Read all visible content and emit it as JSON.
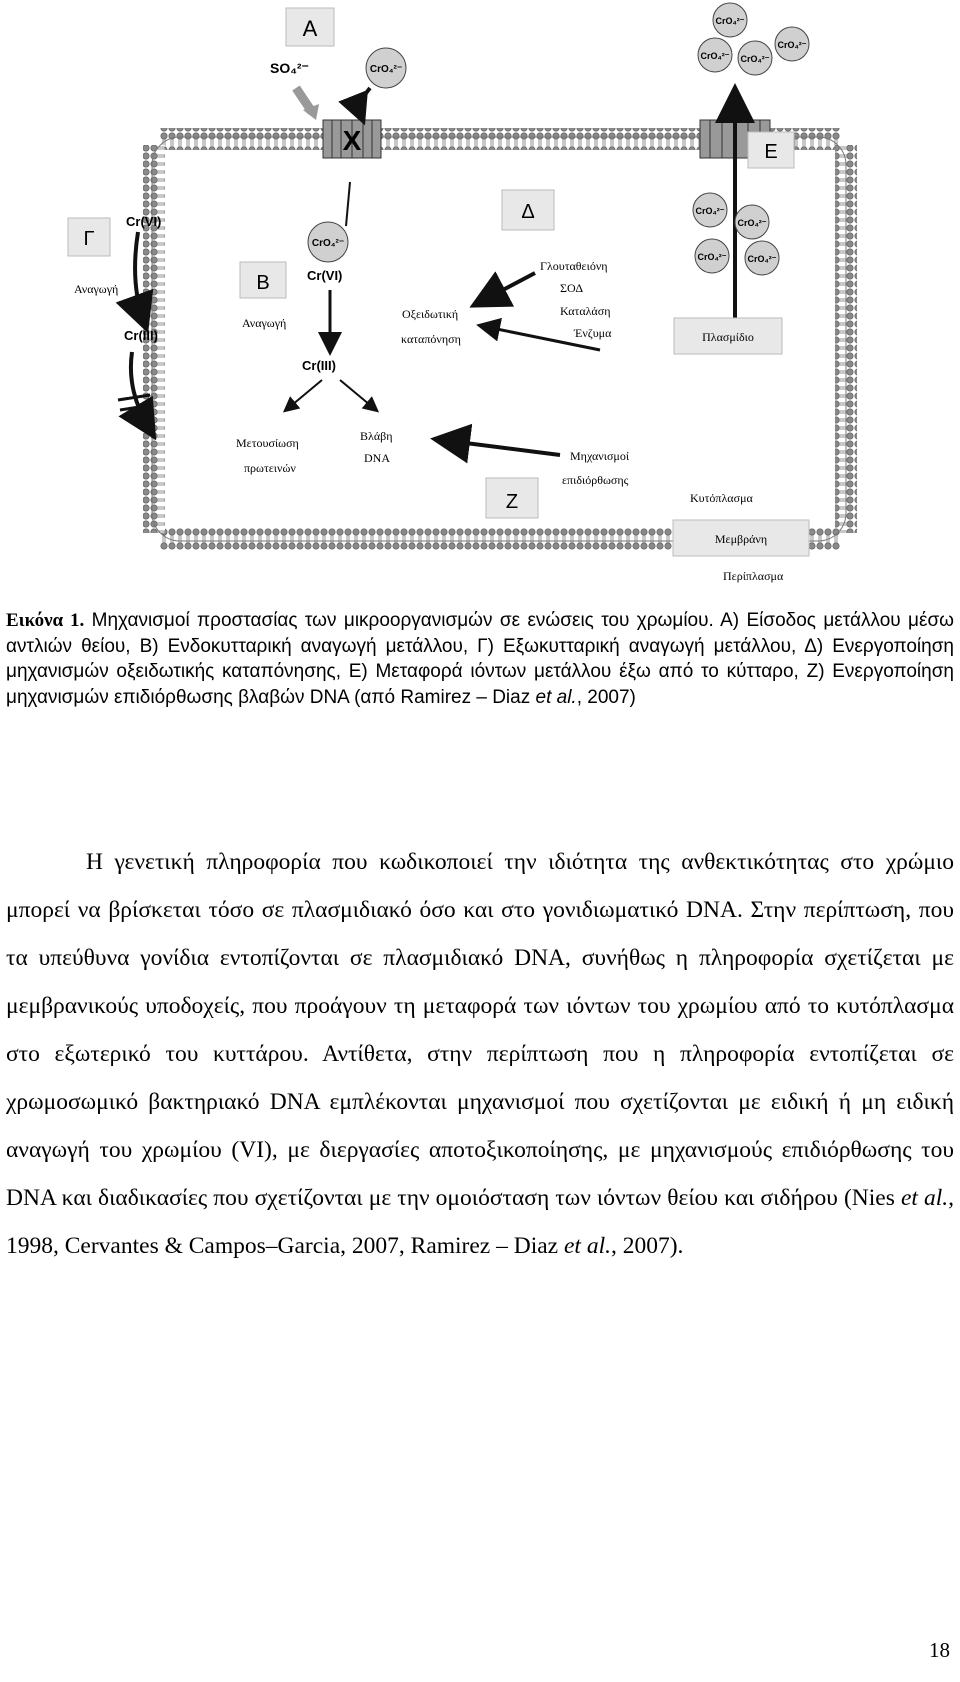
{
  "figure": {
    "panel_labels": {
      "A": "Α",
      "B": "Β",
      "G": "Γ",
      "D": "Δ",
      "E": "Ε",
      "Z": "Ζ"
    },
    "ions": {
      "sulfate": "SO₄²⁻",
      "chromate": "CrO₄²⁻",
      "cr6": "Cr(VI)",
      "cr3": "Cr(III)",
      "x_mark": "X"
    },
    "labels": {
      "reduction_outer": "Αναγωγή",
      "reduction_inner": "Αναγωγή",
      "oxidative_stress_1": "Οξειδωτική",
      "oxidative_stress_2": "καταπόνηση",
      "glutathione": "Γλουταθειόνη",
      "sod": "ΣΟΔ",
      "catalase": "Καταλάση",
      "enzymes": "Ένζυμα",
      "plasmid": "Πλασμίδιο",
      "protein_mutation_1": "Μετουσίωση",
      "protein_mutation_2": "πρωτεινών",
      "dna_damage_1": "Βλάβη",
      "dna_damage_2": "DNA",
      "repair_1": "Μηχανισμοί",
      "repair_2": "επιδιόρθωσης",
      "cytoplasm": "Κυτόπλασμα",
      "membrane": "Μεμβράνη",
      "periplasm": "Περίπλασμα"
    }
  },
  "caption": {
    "label": "Εικόνα 1.",
    "text_1": " Μηχανισμοί προστασίας των μικροοργανισμών σε ενώσεις του χρωμίου. Α) Είσοδος μετάλλου μέσω αντλιών θείου, Β) Ενδοκυτταρική αναγωγή μετάλλου, Γ) Εξωκυτταρική αναγωγή μετάλλου, Δ) Ενεργοποίηση μηχανισμών οξειδωτικής καταπόνησης, Ε) Μεταφορά ιόντων μετάλλου έξω από το κύτταρο, Ζ) Ενεργοποίηση μηχανισμών  επιδιόρθωσης βλαβών DNA (από Ramirez – Diaz ",
    "etal": "et al.",
    "text_2": ", 2007)"
  },
  "body": {
    "p1_a": "Η γενετική πληροφορία που κωδικοποιεί την ιδιότητα της ανθεκτικότητας στο χρώμιο μπορεί να βρίσκεται τόσο σε πλασμιδιακό όσο και στο γονιδιωματικό DNA. Στην περίπτωση, που τα υπεύθυνα γονίδια εντοπίζονται σε πλασμιδιακό DNA, συνήθως η πληροφορία σχετίζεται με μεμβρανικούς υποδοχείς, που προάγουν τη μεταφορά των ιόντων του χρωμίου από το κυτόπλασμα στο εξωτερικό του κυττάρου. Αντίθετα, στην περίπτωση που η πληροφορία εντοπίζεται σε χρωμοσωμικό βακτηριακό DNA εμπλέκονται μηχανισμοί που σχετίζονται με ειδική ή μη ειδική αναγωγή του χρωμίου (VI), με διεργασίες αποτοξικοποίησης, με μηχανισμούς επιδιόρθωσης του DNA και διαδικασίες που σχετίζονται με την ομοιόσταση των ιόντων θείου και σιδήρου (Nies ",
    "p1_etal1": "et al.,",
    "p1_b": " 1998, Cervantes & Campos–Garcia, 2007, Ramirez – Diaz ",
    "p1_etal2": "et al.",
    "p1_c": ", 2007)."
  },
  "page_number": "18"
}
